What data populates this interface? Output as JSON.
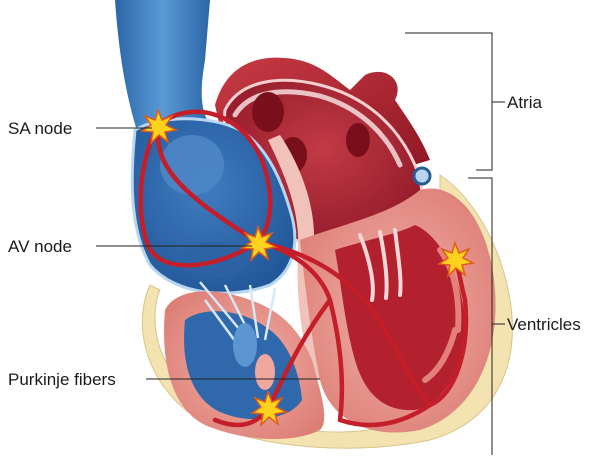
{
  "labels": {
    "sa_node": "SA node",
    "av_node": "AV node",
    "purkinje": "Purkinje fibers",
    "atria": "Atria",
    "ventricles": "Ventricles"
  },
  "colors": {
    "blue_dark": "#2f6db0",
    "blue_mid": "#4f8fcf",
    "blue_light": "#8fbde6",
    "red_dark": "#9b1b2a",
    "red_mid": "#c8323f",
    "muscle_pink": "#e9968e",
    "conduction_path": "#c41e2a",
    "spark": "#ffd21f"
  }
}
